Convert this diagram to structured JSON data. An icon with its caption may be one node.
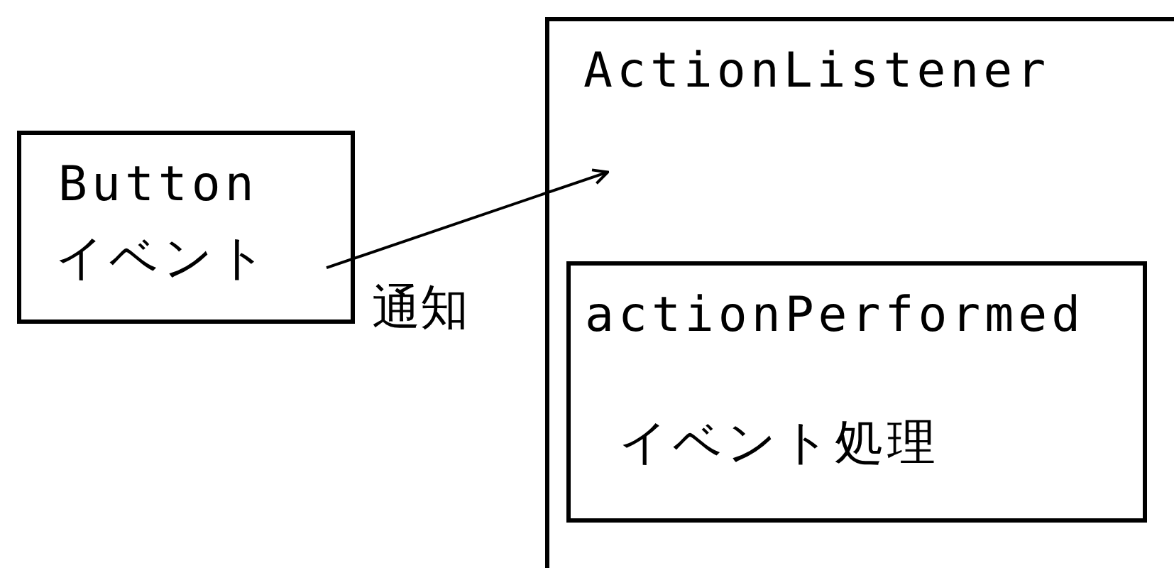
{
  "diagram": {
    "nodes": [
      {
        "text": [
          "Button",
          "イベント"
        ]
      },
      {
        "text": [
          "ActionListener"
        ]
      },
      {
        "text": [
          "actionPerformed",
          "イベント処理"
        ],
        "in": 1
      }
    ],
    "edges": [
      {
        "from": 0,
        "to": 1,
        "arrow": "to",
        "label": "通知"
      }
    ]
  }
}
